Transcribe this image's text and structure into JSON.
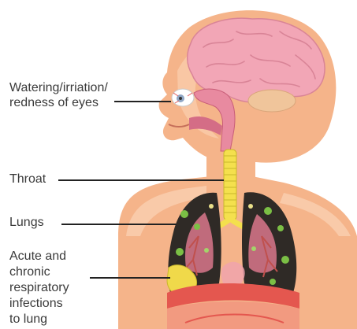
{
  "labels": {
    "eyes": {
      "line1": "Watering/irriation/",
      "line2": "redness of eyes"
    },
    "throat": "Throat",
    "lungs": "Lungs",
    "acute": {
      "line1": "Acute and",
      "line2": "chronic",
      "line3": "respiratory",
      "line4": "infections",
      "line5": "to lung"
    }
  },
  "colors": {
    "skin": "#f5b48a",
    "skin_light": "#fbd3b6",
    "brain": "#f2a6b6",
    "trachea": "#f4e04d",
    "lung_dark": "#2f2a26",
    "lung_pink": "#d9778c",
    "bacteria_green": "#7bbf45",
    "diaphragm": "#e4574f",
    "infection_yellow": "#f0d94a",
    "leader_line": "#222222",
    "label_text": "#3a3a3a"
  }
}
